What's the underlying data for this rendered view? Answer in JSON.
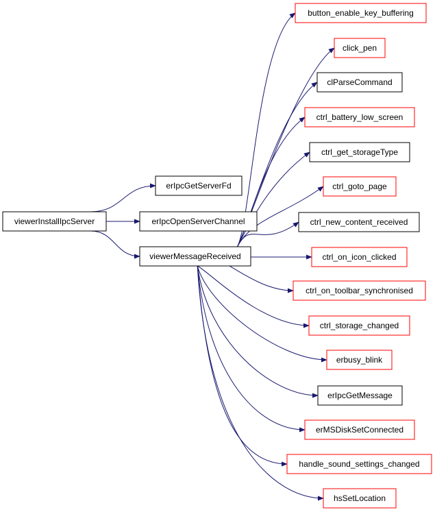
{
  "colors": {
    "edge": "#191970",
    "border_black": "#000000",
    "border_red": "#ff0000",
    "root_fill": "#bfbfbf",
    "node_fill": "#ffffff"
  },
  "nodes": [
    {
      "id": "n0",
      "label": "viewerInstallIpcServer",
      "border": "black",
      "root": true
    },
    {
      "id": "n1",
      "label": "erIpcGetServerFd",
      "border": "black"
    },
    {
      "id": "n2",
      "label": "erIpcOpenServerChannel",
      "border": "black"
    },
    {
      "id": "n3",
      "label": "viewerMessageReceived",
      "border": "black"
    },
    {
      "id": "n4",
      "label": "button_enable_key_buffering",
      "border": "red"
    },
    {
      "id": "n5",
      "label": "click_pen",
      "border": "red"
    },
    {
      "id": "n6",
      "label": "clParseCommand",
      "border": "black"
    },
    {
      "id": "n7",
      "label": "ctrl_battery_low_screen",
      "border": "red"
    },
    {
      "id": "n8",
      "label": "ctrl_get_storageType",
      "border": "black"
    },
    {
      "id": "n9",
      "label": "ctrl_goto_page",
      "border": "red"
    },
    {
      "id": "n10",
      "label": "ctrl_new_content_received",
      "border": "black"
    },
    {
      "id": "n11",
      "label": "ctrl_on_icon_clicked",
      "border": "red"
    },
    {
      "id": "n12",
      "label": "ctrl_on_toolbar_synchronised",
      "border": "red"
    },
    {
      "id": "n13",
      "label": "ctrl_storage_changed",
      "border": "red"
    },
    {
      "id": "n14",
      "label": "erbusy_blink",
      "border": "red"
    },
    {
      "id": "n15",
      "label": "erIpcGetMessage",
      "border": "black"
    },
    {
      "id": "n16",
      "label": "erMSDiskSetConnected",
      "border": "red"
    },
    {
      "id": "n17",
      "label": "handle_sound_settings_changed",
      "border": "red"
    },
    {
      "id": "n18",
      "label": "hsSetLocation",
      "border": "red"
    }
  ],
  "edges": [
    {
      "from": "n0",
      "to": "n1"
    },
    {
      "from": "n0",
      "to": "n2"
    },
    {
      "from": "n0",
      "to": "n3"
    },
    {
      "from": "n3",
      "to": "n4"
    },
    {
      "from": "n3",
      "to": "n5"
    },
    {
      "from": "n3",
      "to": "n6"
    },
    {
      "from": "n3",
      "to": "n7"
    },
    {
      "from": "n3",
      "to": "n8"
    },
    {
      "from": "n3",
      "to": "n9"
    },
    {
      "from": "n3",
      "to": "n10"
    },
    {
      "from": "n3",
      "to": "n11"
    },
    {
      "from": "n3",
      "to": "n12"
    },
    {
      "from": "n3",
      "to": "n13"
    },
    {
      "from": "n3",
      "to": "n14"
    },
    {
      "from": "n3",
      "to": "n15"
    },
    {
      "from": "n3",
      "to": "n16"
    },
    {
      "from": "n3",
      "to": "n17"
    },
    {
      "from": "n3",
      "to": "n18"
    }
  ]
}
